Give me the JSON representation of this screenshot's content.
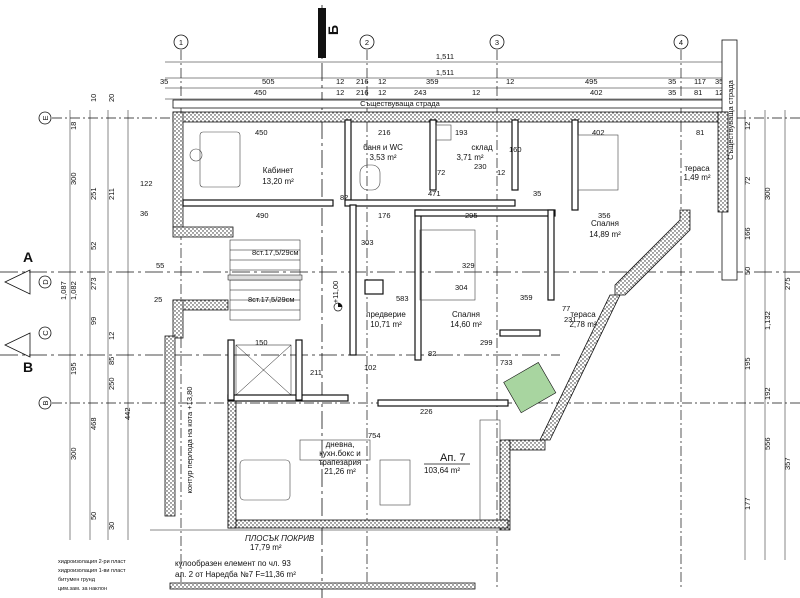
{
  "axes": {
    "top": [
      "1",
      "2",
      "3",
      "4"
    ],
    "sections": [
      "Б",
      "A",
      "B"
    ],
    "left": [
      "E",
      "D",
      "C",
      "B"
    ]
  },
  "labels": {
    "existing_street_top": "Съществуваща страда",
    "existing_street_right": "Съществуваща страда",
    "level": "+11,00",
    "contour": "контур перлода на кота +13,80",
    "roof_label": "ПЛОСЪК ПОКРИВ",
    "roof_area": "17,79 m²",
    "curved_element_1": "кулообразен елемент по чл. 93",
    "curved_element_2": "ал. 2 от Наредба №7 F=11,36 m²",
    "stairs_1": "8ст.17,5/29см",
    "stairs_2": "8ст.17,5/29см",
    "apartment_name": "Ап. 7",
    "apartment_area": "103,64 m²",
    "layers": [
      "хидроизолация 2-ри пласт",
      "хидроизолация 1-ви пласт",
      "битумен грунд",
      "цим.зам. за наклон"
    ]
  },
  "rooms": [
    {
      "name": "Кабинет",
      "area": "13,20 m²"
    },
    {
      "name": "баня и WC",
      "area": "3,53 m²"
    },
    {
      "name": "склад",
      "area": "3,71 m²"
    },
    {
      "name": "Спалня",
      "area": "14,89 m²"
    },
    {
      "name": "тераса",
      "area": "1,49 m²"
    },
    {
      "name": "предверие",
      "area": "10,71 m²"
    },
    {
      "name": "Спалня",
      "area": "14,60 m²"
    },
    {
      "name": "тераса",
      "area": "2,78 m²"
    },
    {
      "name": "дневна,",
      "area": "кухн.бокс и"
    },
    {
      "name": "трапезария",
      "area": "21,26 m²"
    }
  ],
  "dims_top": [
    "1,511",
    "1,511",
    "35",
    "505",
    "12",
    "216",
    "12",
    "359",
    "12",
    "495",
    "35",
    "117",
    "35",
    "450",
    "12",
    "216",
    "12",
    "243",
    "12",
    "402",
    "35",
    "81",
    "12",
    "35",
    "12",
    "12",
    "12",
    "12",
    "12"
  ],
  "dims_inner": [
    "450",
    "216",
    "193",
    "402",
    "81",
    "72",
    "12",
    "35",
    "82",
    "230",
    "160",
    "176",
    "490",
    "471",
    "295",
    "356",
    "303",
    "329",
    "304",
    "583",
    "359",
    "77",
    "231",
    "299",
    "733",
    "150",
    "82",
    "211",
    "754",
    "226",
    "102"
  ],
  "dims_left": [
    "18",
    "300",
    "251",
    "211",
    "52",
    "273",
    "1,082",
    "1,087",
    "99",
    "12",
    "85",
    "195",
    "250",
    "468",
    "442",
    "300",
    "30",
    "50",
    "10",
    "20",
    "36",
    "122",
    "55",
    "25"
  ],
  "dims_right": [
    "12",
    "72",
    "300",
    "166",
    "50",
    "275",
    "1,132",
    "195",
    "192",
    "556",
    "357",
    "177"
  ]
}
